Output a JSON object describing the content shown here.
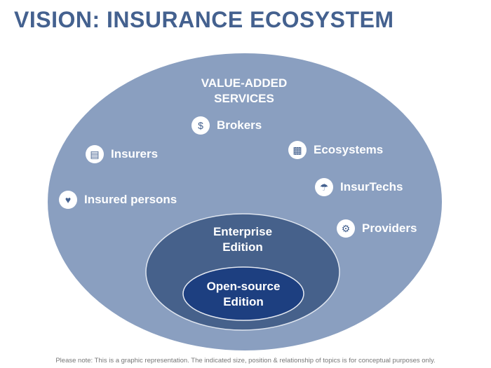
{
  "title": "VISION: INSURANCE ECOSYSTEM",
  "outer_label": "VALUE-ADDED\nSERVICES",
  "outer_label_lines": [
    "VALUE-ADDED",
    "SERVICES"
  ],
  "items": [
    {
      "label": "Brokers",
      "icon": "hand-coin-icon"
    },
    {
      "label": "Insurers",
      "icon": "document-certificate-icon"
    },
    {
      "label": "Ecosystems",
      "icon": "network-gear-icon"
    },
    {
      "label": "InsurTechs",
      "icon": "umbrella-icon"
    },
    {
      "label": "Insured persons",
      "icon": "heart-icon"
    },
    {
      "label": "Providers",
      "icon": "gears-icon"
    }
  ],
  "enterprise_lines": [
    "Enterprise",
    "Edition"
  ],
  "opensource_lines": [
    "Open-source",
    "Edition"
  ],
  "note": "Please note: This is a graphic representation. The indicated size, position & relationship of topics is for conceptual purposes only.",
  "colors": {
    "title": "#44618f",
    "outer": "#8a9fc0",
    "enterprise": "#46618b",
    "opensource": "#1d3f80"
  }
}
